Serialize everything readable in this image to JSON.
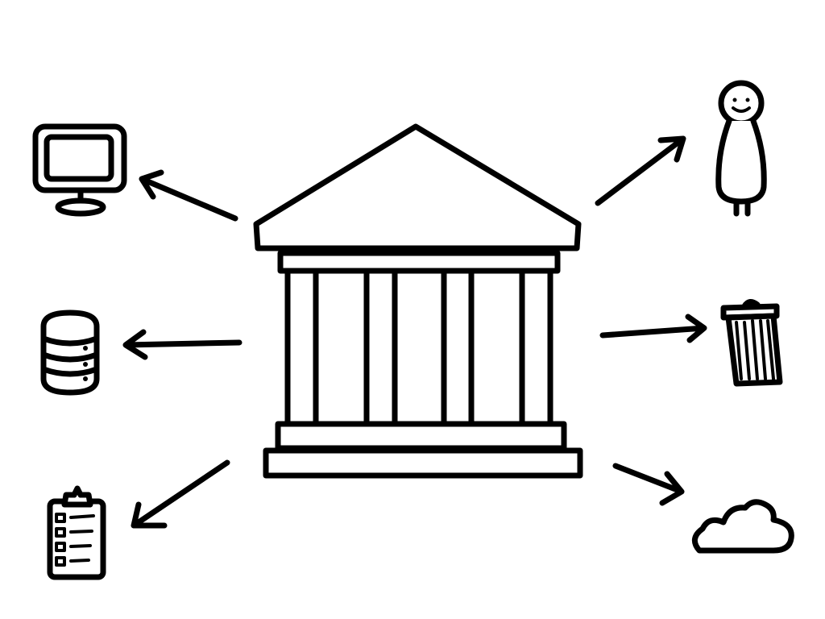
{
  "diagram": {
    "center": {
      "icon": "bank-building-icon"
    },
    "nodes": [
      {
        "icon": "monitor-icon",
        "side": "left"
      },
      {
        "icon": "database-icon",
        "side": "left"
      },
      {
        "icon": "clipboard-checklist-icon",
        "side": "left"
      },
      {
        "icon": "person-icon",
        "side": "right"
      },
      {
        "icon": "trash-can-icon",
        "side": "right"
      },
      {
        "icon": "cloud-icon",
        "side": "right"
      }
    ],
    "edges": [
      {
        "from": "bank-building-icon",
        "to": "monitor-icon"
      },
      {
        "from": "bank-building-icon",
        "to": "database-icon"
      },
      {
        "from": "bank-building-icon",
        "to": "clipboard-checklist-icon"
      },
      {
        "from": "bank-building-icon",
        "to": "person-icon"
      },
      {
        "from": "bank-building-icon",
        "to": "trash-can-icon"
      },
      {
        "from": "bank-building-icon",
        "to": "cloud-icon"
      }
    ]
  },
  "colors": {
    "stroke": "#000000",
    "background": "#ffffff"
  }
}
